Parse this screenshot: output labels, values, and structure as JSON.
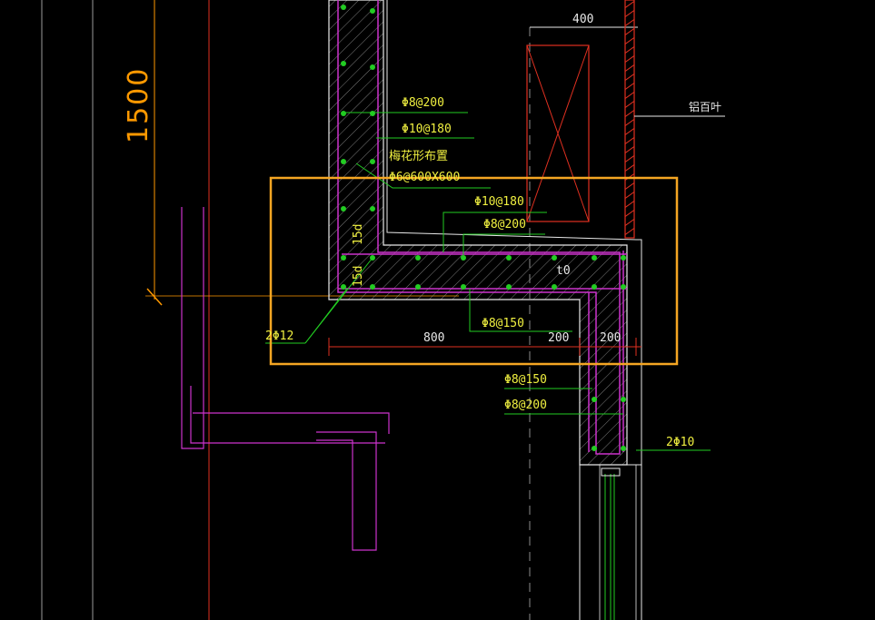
{
  "colors": {
    "background": "#000000",
    "white": "#e8e8e8",
    "magenta": "#cc33cc",
    "green": "#22cc22",
    "yellow": "#f0f040",
    "red": "#e03020",
    "orange": "#ff9900",
    "hatch": "#a0a0a0",
    "grey_line": "#808080"
  },
  "labels": {
    "dim_400": "400",
    "dim_1500": "1500",
    "louver": "铝百叶",
    "rebar_1": "Φ8@200",
    "rebar_2": "Φ10@180",
    "plum_blossom": "梅花形布置",
    "plum_spacing": "Φ6@600X600",
    "rebar_3": "Φ10@180",
    "rebar_4": "Φ8@200",
    "anchor_upper": "15d",
    "anchor_lower": "15d",
    "slab_thickness": "t0",
    "bar_2phi12": "2Φ12",
    "rebar_5": "Φ8@150",
    "dim_800": "800",
    "dim_200a": "200",
    "dim_200b": "200",
    "rebar_6": "Φ8@150",
    "rebar_7": "Φ8@200",
    "bar_2phi10": "2Φ10"
  }
}
